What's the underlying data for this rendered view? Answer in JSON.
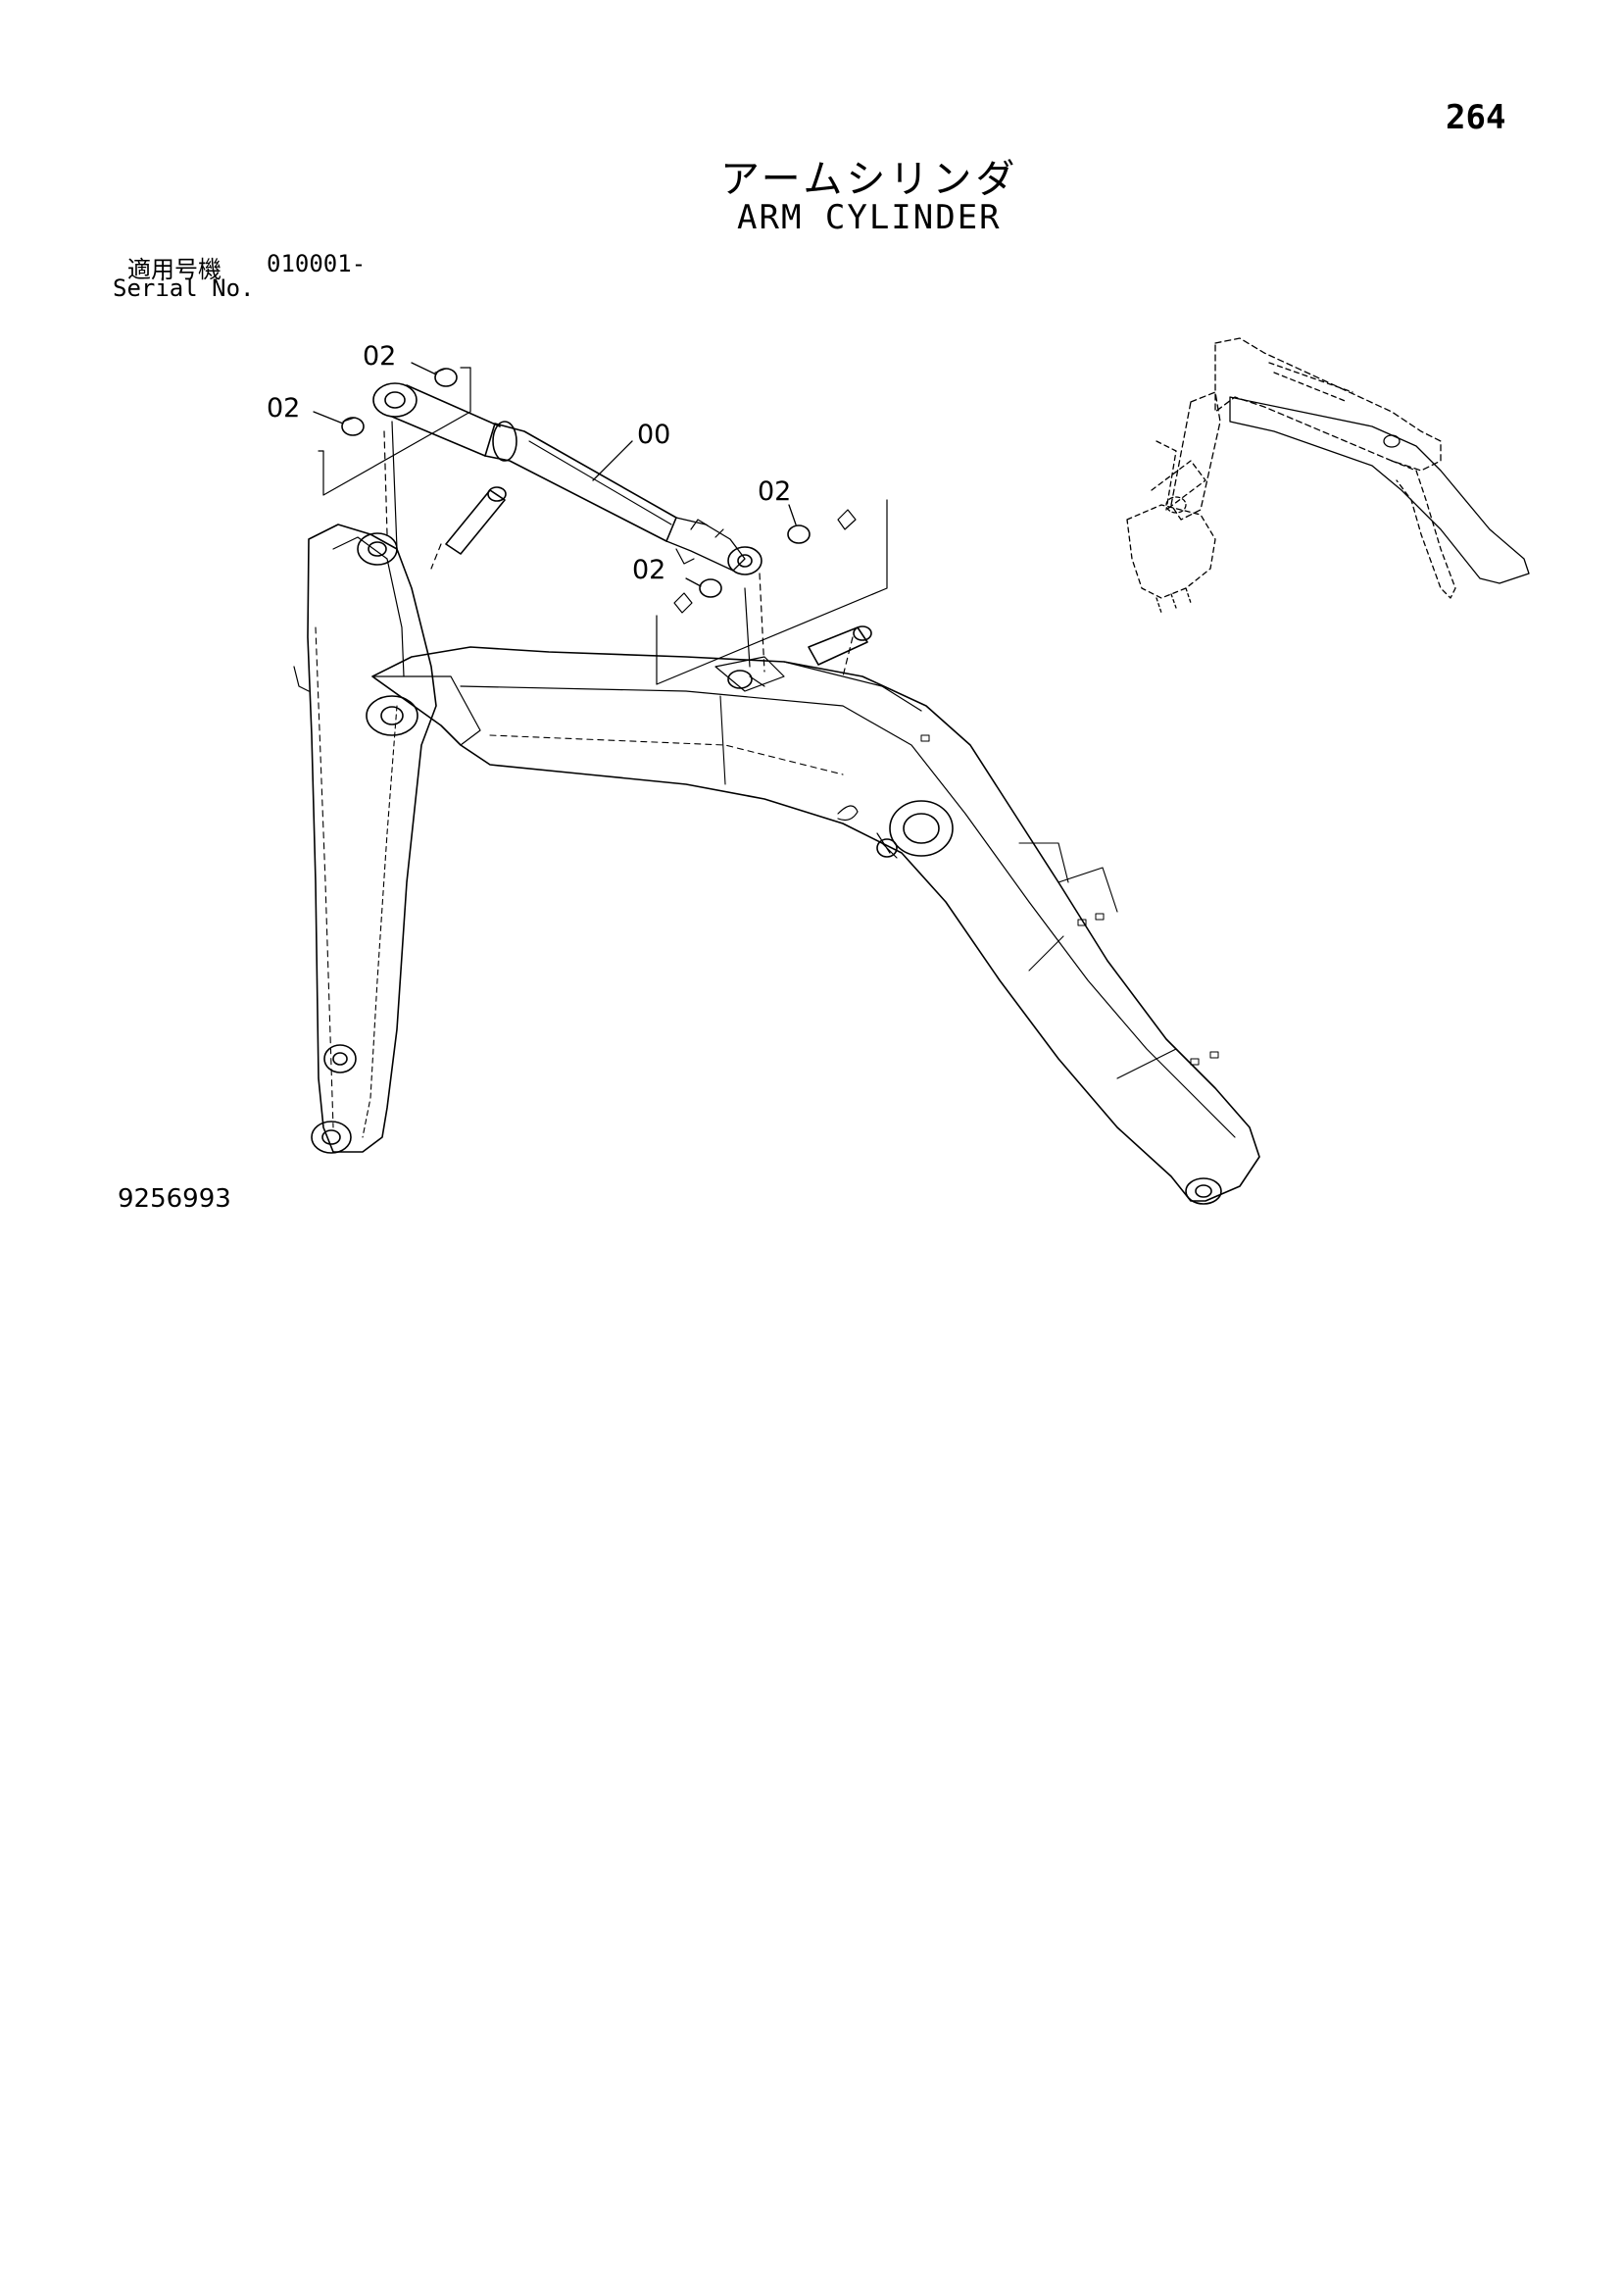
{
  "page_number": "264",
  "title_jp": "アームシリンダ",
  "title_en": "ARM CYLINDER",
  "serial": {
    "label_jp": "適用号機",
    "value": "010001-",
    "label_en": "Serial No."
  },
  "callouts": {
    "cylinder": "00",
    "pin_top_right": "02",
    "pin_top_left": "02",
    "pin_right_upper": "02",
    "pin_right_lower": "02"
  },
  "drawing_number": "9256993"
}
